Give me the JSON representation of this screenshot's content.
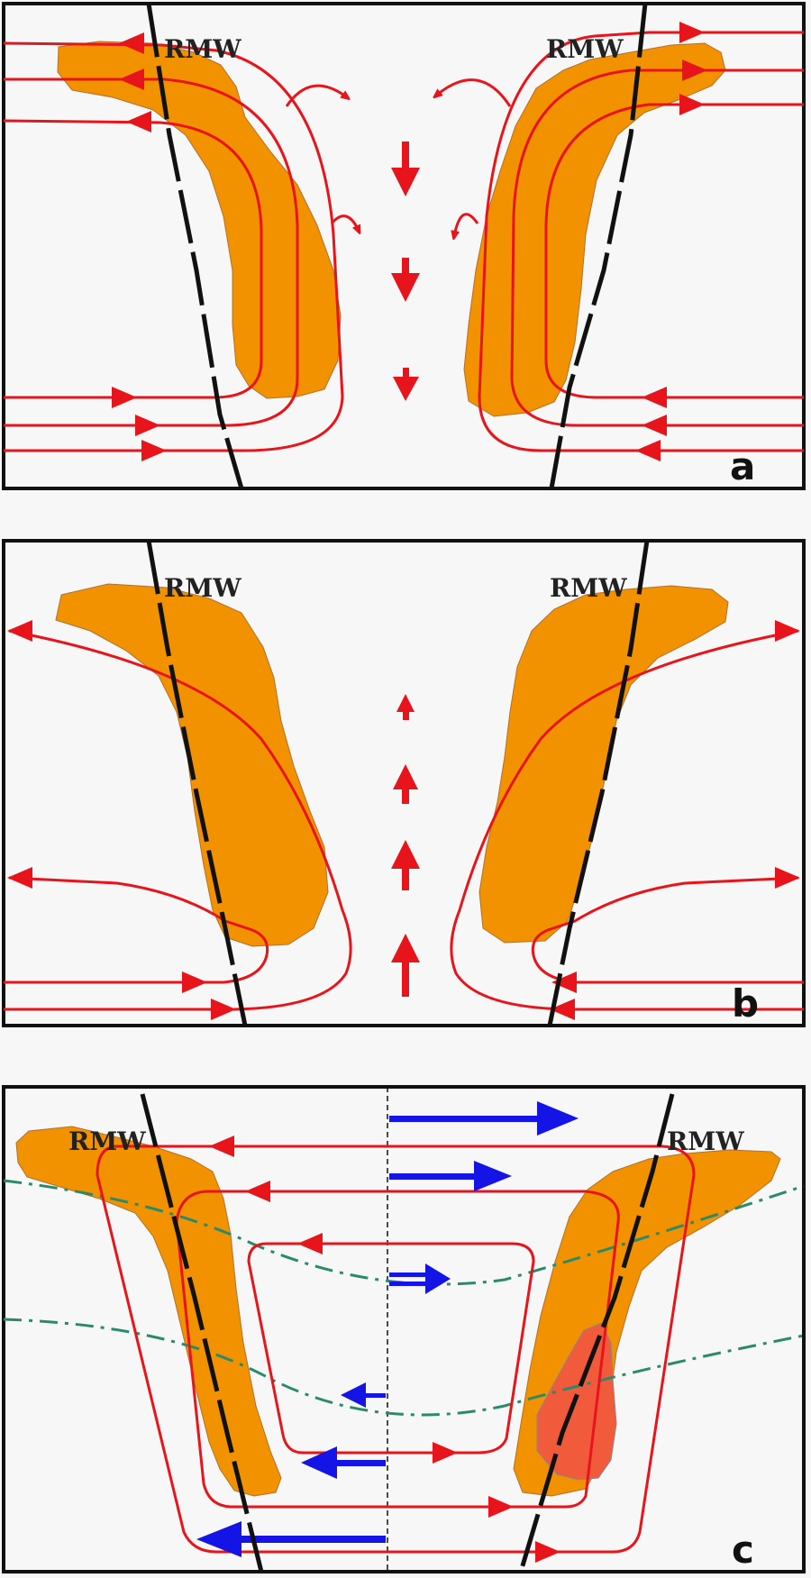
{
  "panels": [
    {
      "id": "a",
      "letter": "a",
      "rmw_left": "RMW",
      "rmw_right": "RMW"
    },
    {
      "id": "b",
      "letter": "b",
      "rmw_left": "RMW",
      "rmw_right": "RMW"
    },
    {
      "id": "c",
      "letter": "c",
      "rmw_left": "RMW",
      "rmw_right": "RMW"
    }
  ],
  "colors": {
    "background": "#f7f7f7",
    "frame": "#111111",
    "cloud": "#f39200",
    "cloud_edge": "#b07030",
    "core": "#f25a3c",
    "flow": "#e8141b",
    "jet": "#1414e6",
    "surface": "#2a8a6a",
    "rmw": "#111111"
  }
}
